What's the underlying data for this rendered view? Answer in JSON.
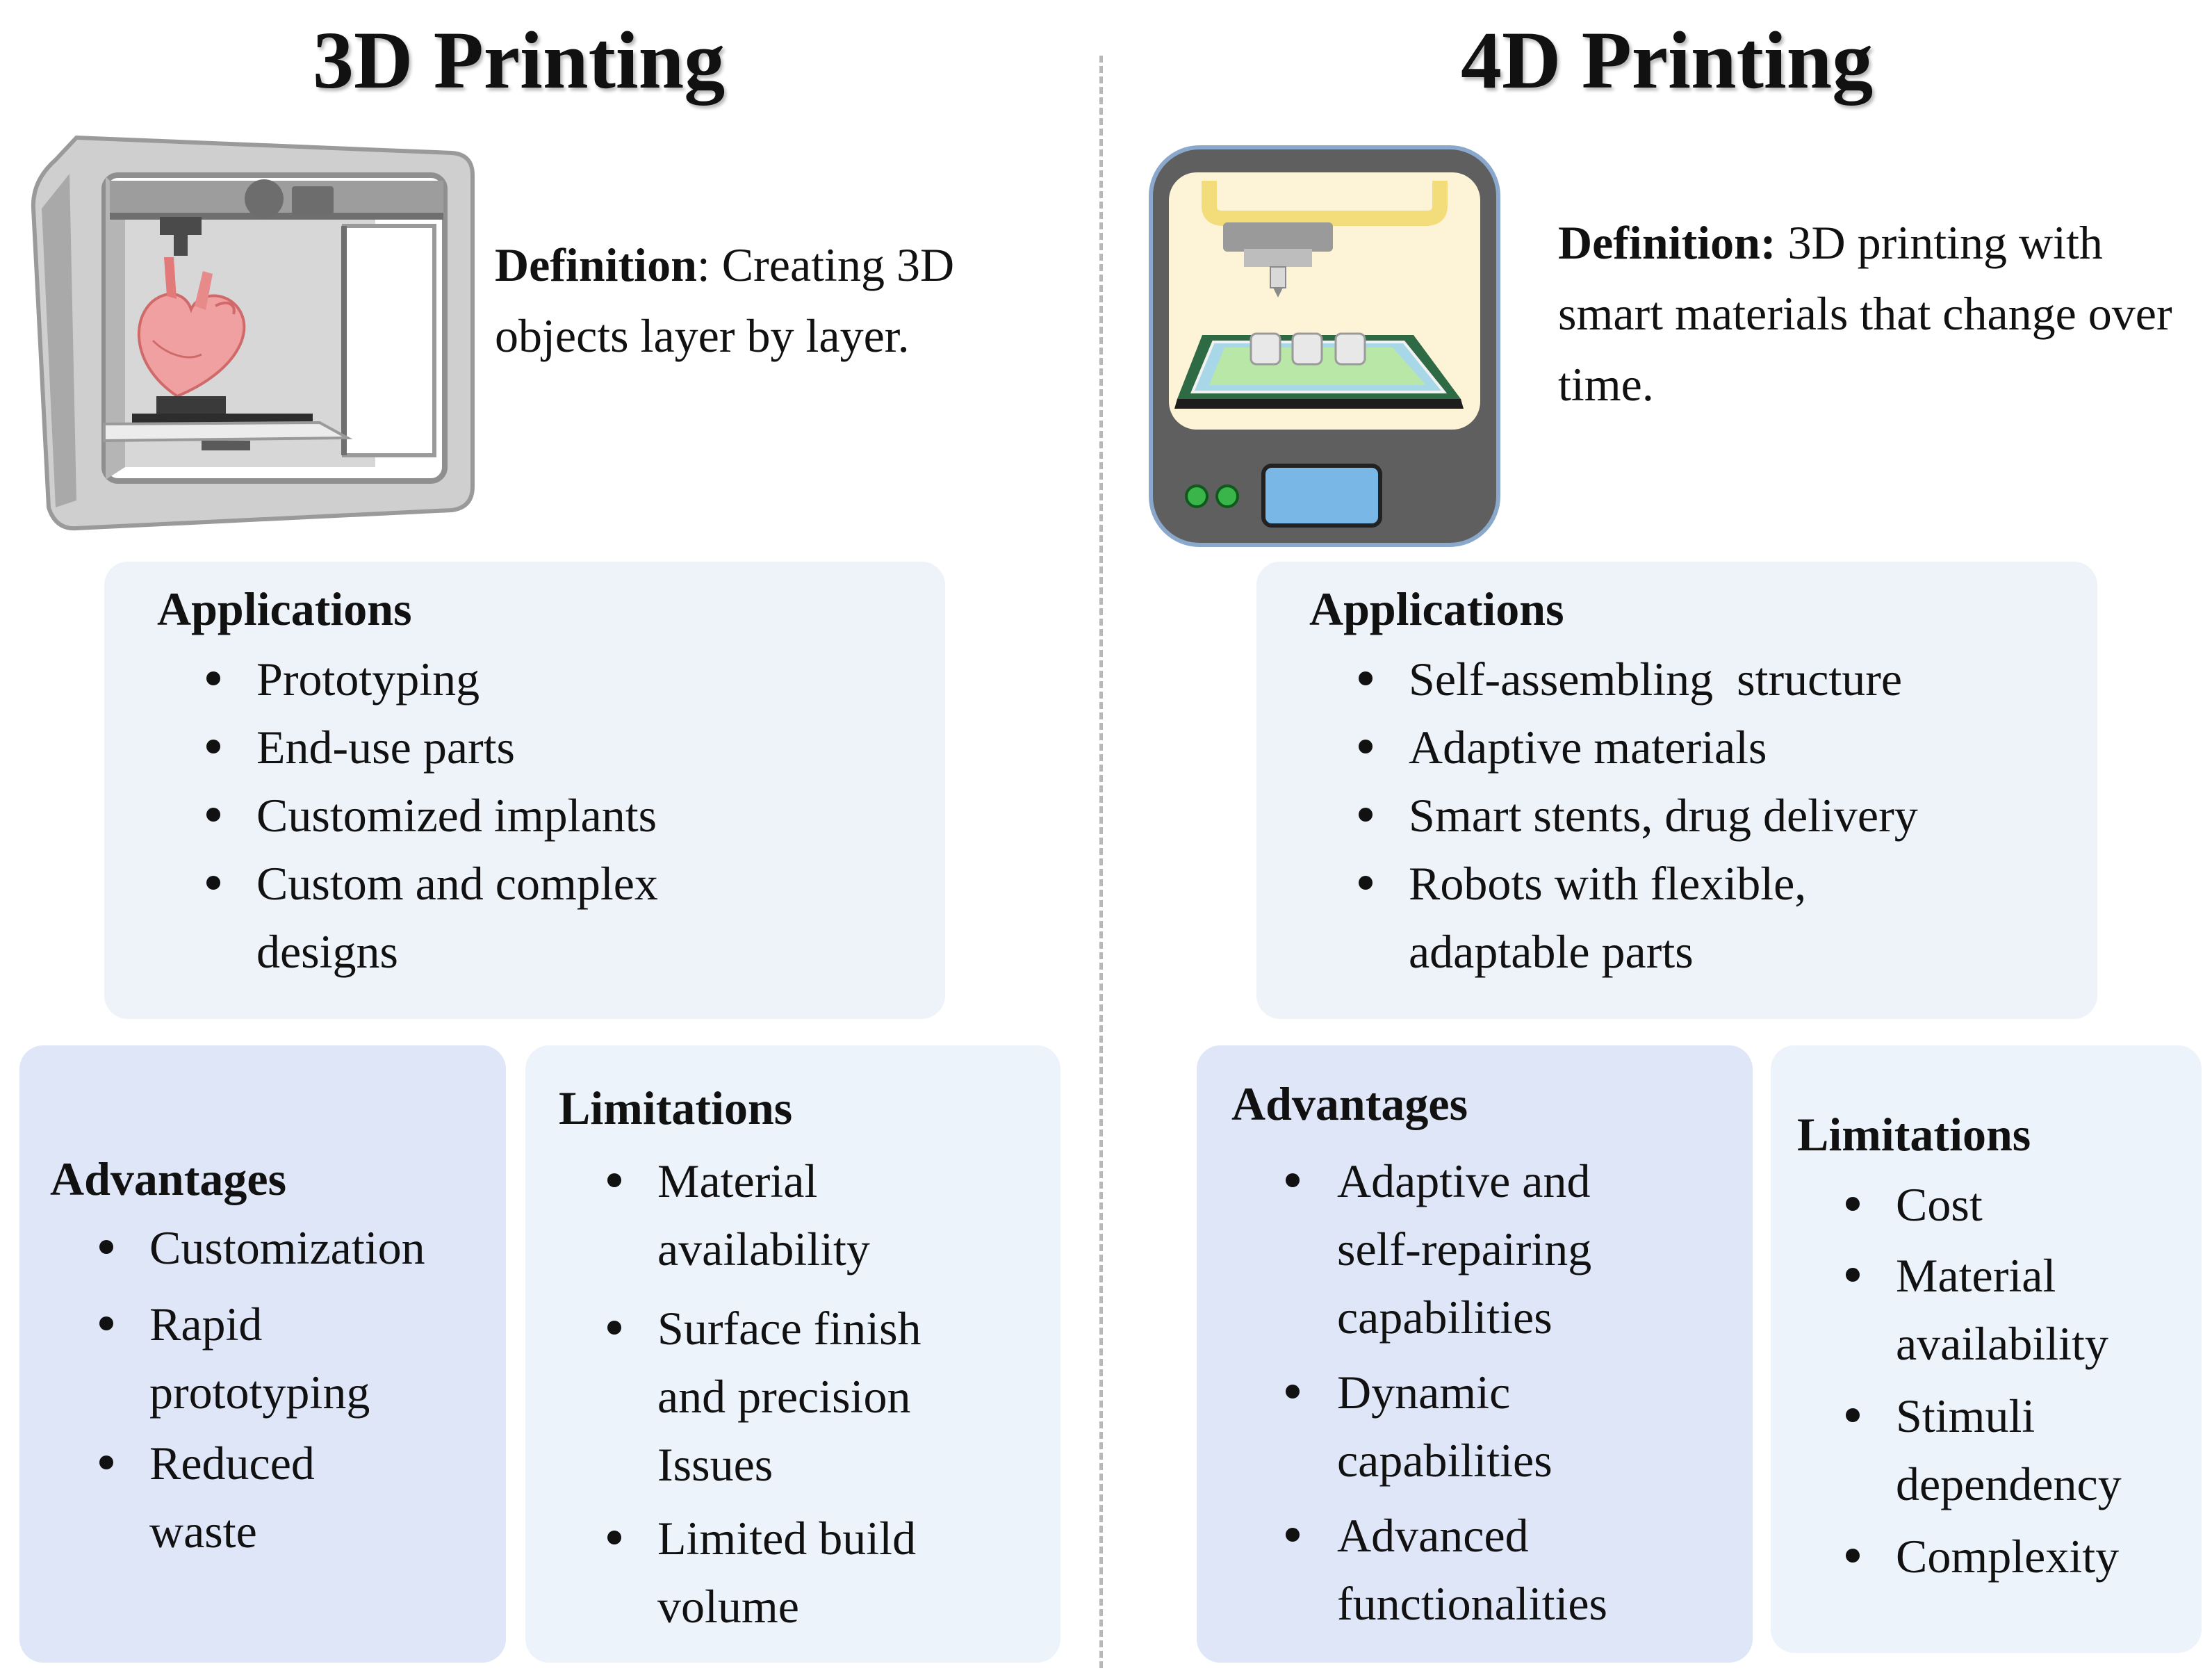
{
  "printing3d": {
    "title": "3D Printing",
    "definition_label": "Definition",
    "definition_text": ": Creating 3D objects layer by layer.",
    "applications": {
      "title": "Applications",
      "items": [
        "Prototyping",
        "End-use parts",
        "Customized implants",
        "Custom and complex designs"
      ]
    },
    "advantages": {
      "title": "Advantages",
      "items": [
        "Customization",
        "Rapid prototyping",
        "Reduced waste"
      ]
    },
    "limitations": {
      "title": "Limitations",
      "items": [
        "Material availability",
        "Surface finish and precision Issues",
        "Limited build volume"
      ]
    }
  },
  "printing4d": {
    "title": "4D Printing",
    "definition_label": "Definition:",
    "definition_text": " 3D printing with smart materials that change over time.",
    "applications": {
      "title": "Applications",
      "items": [
        "Self-assembling  structure",
        "Adaptive materials",
        "Smart stents, drug delivery",
        "Robots with flexible, adaptable parts"
      ]
    },
    "advantages": {
      "title": "Advantages",
      "items": [
        "Adaptive and self-repairing capabilities",
        "Dynamic capabilities",
        "Advanced functionalities"
      ]
    },
    "limitations": {
      "title": "Limitations",
      "items": [
        "Cost",
        "Material availability",
        "Stimuli dependency",
        "Complexity"
      ]
    }
  },
  "icons": {
    "left": "3d-printer-with-heart-icon",
    "right": "4d-printer-icon"
  },
  "colors": {
    "applications_box": "#eef2f9",
    "advantages_box": "#dfe6f7",
    "limitations_box": "#edf3fb",
    "divider": "#b8b8b8"
  }
}
